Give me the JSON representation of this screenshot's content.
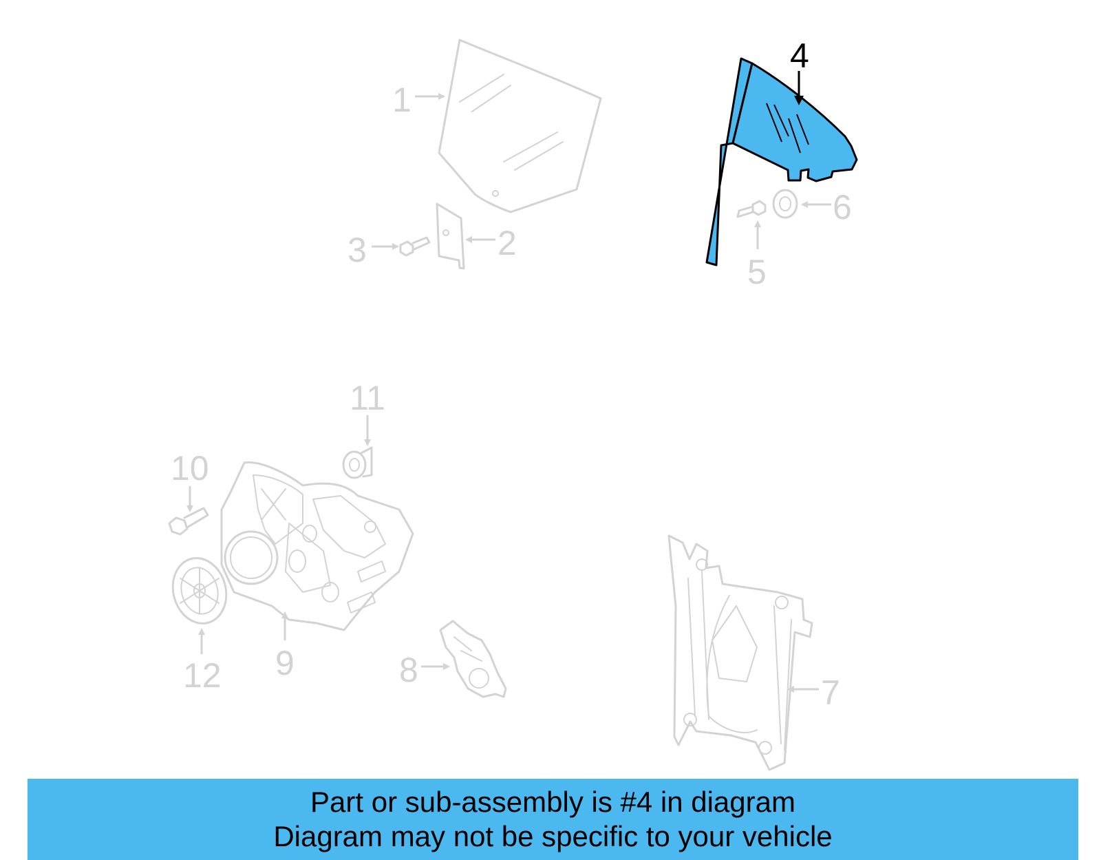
{
  "colors": {
    "highlight": "#4cb8f0",
    "inactive": "#d3d3d3",
    "outline": "#000000",
    "banner": "#4cb8f0"
  },
  "diagram": {
    "highlighted_callout": "4",
    "callouts": {
      "c1": "1",
      "c2": "2",
      "c3": "3",
      "c4": "4",
      "c5": "5",
      "c6": "6",
      "c7": "7",
      "c8": "8",
      "c9": "9",
      "c10": "10",
      "c11": "11",
      "c12": "12"
    }
  },
  "banner": {
    "line1": "Part or sub-assembly is #4 in diagram",
    "line2": "Diagram may not be specific to your vehicle"
  }
}
